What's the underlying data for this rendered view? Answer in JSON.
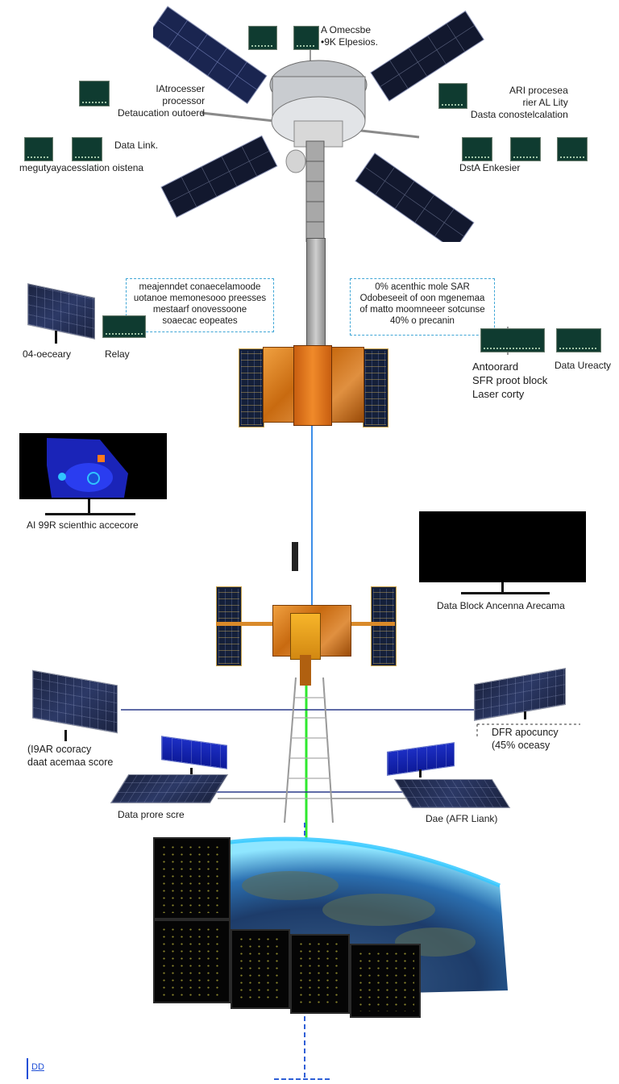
{
  "colors": {
    "chip": "#0f3b30",
    "dash_border": "#3fa6d6",
    "beam_blue": "#3c8ee8",
    "beam_green": "#2ee82e",
    "gold": "#d47a18",
    "earth_glow": "#34c8ff"
  },
  "top_labels": {
    "top_center": "A Omecsbe\n•9K Elpesios.",
    "upper_left": "IAtrocesser\nprocessor\nDetaucation outoerd",
    "upper_right": "ARI procesea\nrier AL Lity\nDasta conostelcalation",
    "mid_left_title": "Data Link.",
    "mid_left_sub": "megutyayacesslation oistena",
    "mid_right": "DstA Enkesier"
  },
  "dash_boxes": {
    "left": "meajenndet conaecelamoode\nuotanoe memonesooo preesses\nmestaarf onovessoone\nsoaecac eopeates",
    "right": "0% acenthic mole SAR\nOdobeseeit of oon mgenemaa\nof matto moomneeer sotcunse\n40% o precanin"
  },
  "mid_labels": {
    "left_panel": "04-oeceary",
    "relay": "Relay",
    "right_block": "Antoorard\nSFR proot block\nLaser corty",
    "data_ureacty": "Data Ureacty"
  },
  "monitors": {
    "left_caption": "AI 99R scienthic accecore",
    "right_caption": "Data Block Ancenna Arecama"
  },
  "lower_labels": {
    "left_panel": "(I9AR ocoracy\ndaat acemaa score",
    "right_panel": "DFR apocuncy\n(45% oceasy",
    "left_ground": "Data prore scre",
    "right_ground": "Dae (AFR Liank)"
  },
  "footer": {
    "mark": "DD"
  }
}
